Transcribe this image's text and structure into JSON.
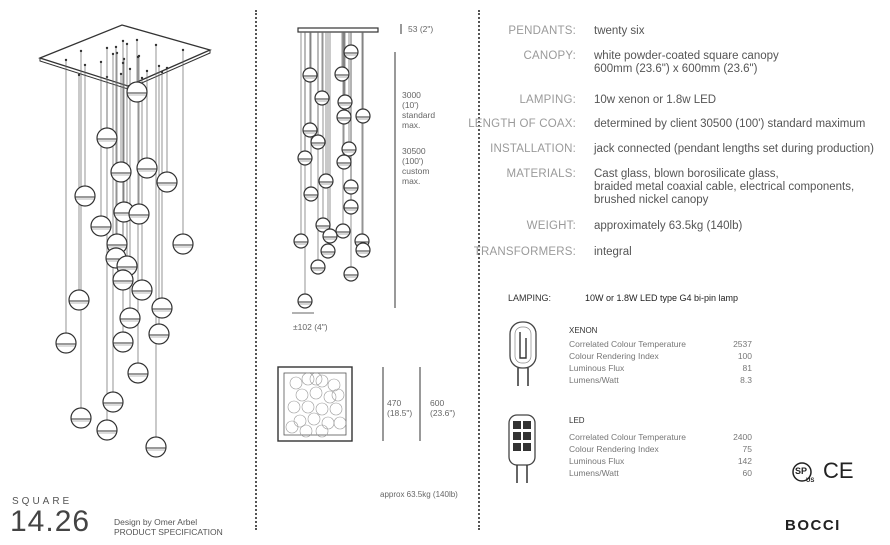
{
  "specs": [
    {
      "label": "PENDANTS:",
      "lines": [
        "twenty six"
      ]
    },
    {
      "label": "CANOPY:",
      "lines": [
        "white powder-coated square canopy",
        "600mm (23.6\") x 600mm (23.6\")"
      ]
    },
    {
      "label": "LAMPING:",
      "lines": [
        "10w xenon or 1.8w LED"
      ]
    },
    {
      "label": "LENGTH OF COAX:",
      "lines": [
        "determined by client 30500 (100') standard maximum"
      ]
    },
    {
      "label": "INSTALLATION:",
      "lines": [
        "jack connected (pendant lengths set during production)"
      ]
    },
    {
      "label": "MATERIALS:",
      "lines": [
        "Cast glass, blown borosilicate glass,",
        "braided metal coaxial cable, electrical components,",
        "brushed nickel canopy"
      ]
    },
    {
      "label": "WEIGHT:",
      "lines": [
        "approximately 63.5kg (140lb)"
      ]
    },
    {
      "label": "TRANSFORMERS:",
      "lines": [
        "integral"
      ]
    }
  ],
  "lamping": {
    "label": "LAMPING:",
    "value": "10W or 1.8W LED type G4 bi-pin lamp",
    "xenon": {
      "title": "XENON",
      "rows": [
        {
          "name": "Correlated Colour Temperature",
          "value": "2537"
        },
        {
          "name": "Colour Rendering Index",
          "value": "100"
        },
        {
          "name": "Luminous Flux",
          "value": "81"
        },
        {
          "name": "Lumens/Watt",
          "value": "8.3"
        }
      ]
    },
    "led": {
      "title": "LED",
      "rows": [
        {
          "name": "Correlated Colour Temperature",
          "value": "2400"
        },
        {
          "name": "Colour Rendering Index",
          "value": "75"
        },
        {
          "name": "Luminous Flux",
          "value": "142"
        },
        {
          "name": "Lumens/Watt",
          "value": "60"
        }
      ]
    }
  },
  "dims": {
    "canopy_height": "53 (2\")",
    "standard_a": "3000",
    "standard_b": "(10')",
    "standard_c": "standard",
    "standard_d": "max.",
    "custom_a": "30500",
    "custom_b": "(100')",
    "custom_c": "custom",
    "custom_d": "max.",
    "pendant_dia": "±102 (4\")",
    "inner_a": "470",
    "inner_b": "(18.5\")",
    "outer_a": "600",
    "outer_b": "(23.6\")",
    "weight_note": "approx 63.5kg (140lb)"
  },
  "product": {
    "series": "SQUARE",
    "number": "14.26",
    "designer": "Design by Omer Arbel",
    "doc_type": "PRODUCT SPECIFICATION",
    "brand": "BOCCI"
  },
  "certs": {
    "csa": "SP",
    "csa_us": "US",
    "ce": "CE"
  }
}
